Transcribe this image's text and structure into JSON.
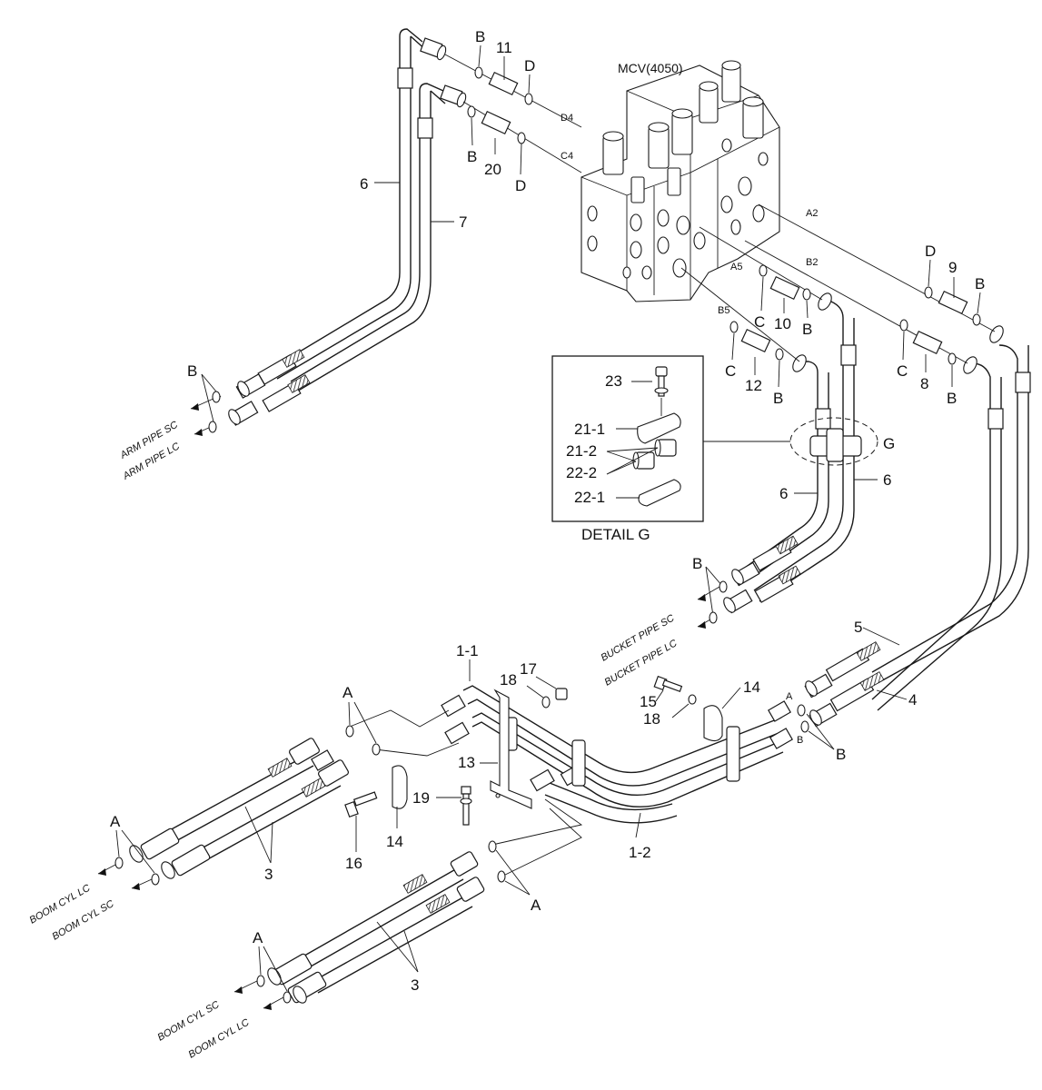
{
  "diagram": {
    "mcv_label": "MCV(4050)",
    "detail_caption": "DETAIL G",
    "detail_ref": "G",
    "part_numbers": {
      "p1_1": "1-1",
      "p1_2": "1-2",
      "p3a": "3",
      "p3b": "3",
      "p4": "4",
      "p5": "5",
      "p6a": "6",
      "p6b": "6",
      "p6c": "6",
      "p7": "7",
      "p8": "8",
      "p9": "9",
      "p10": "10",
      "p11": "11",
      "p12": "12",
      "p13": "13",
      "p14a": "14",
      "p14b": "14",
      "p15": "15",
      "p16": "16",
      "p17": "17",
      "p18a": "18",
      "p18b": "18",
      "p19": "19",
      "p20": "20",
      "p21_1": "21-1",
      "p21_2": "21-2",
      "p22_1": "22-1",
      "p22_2": "22-2",
      "p23": "23"
    },
    "ring_letters": {
      "A": "A",
      "B": "B",
      "C": "C",
      "D": "D"
    },
    "port_labels": {
      "A2": "A2",
      "B2": "B2",
      "A5": "A5",
      "B5": "B5",
      "C4": "C4",
      "D4": "D4"
    },
    "line_labels": {
      "arm_sc": "ARM PIPE SC",
      "arm_lc": "ARM PIPE LC",
      "bucket_sc": "BUCKET PIPE SC",
      "bucket_lc": "BUCKET PIPE LC",
      "boom_lc_1": "BOOM CYL LC",
      "boom_sc_1": "BOOM CYL SC",
      "boom_sc_2": "BOOM CYL SC",
      "boom_lc_2": "BOOM CYL LC"
    }
  }
}
